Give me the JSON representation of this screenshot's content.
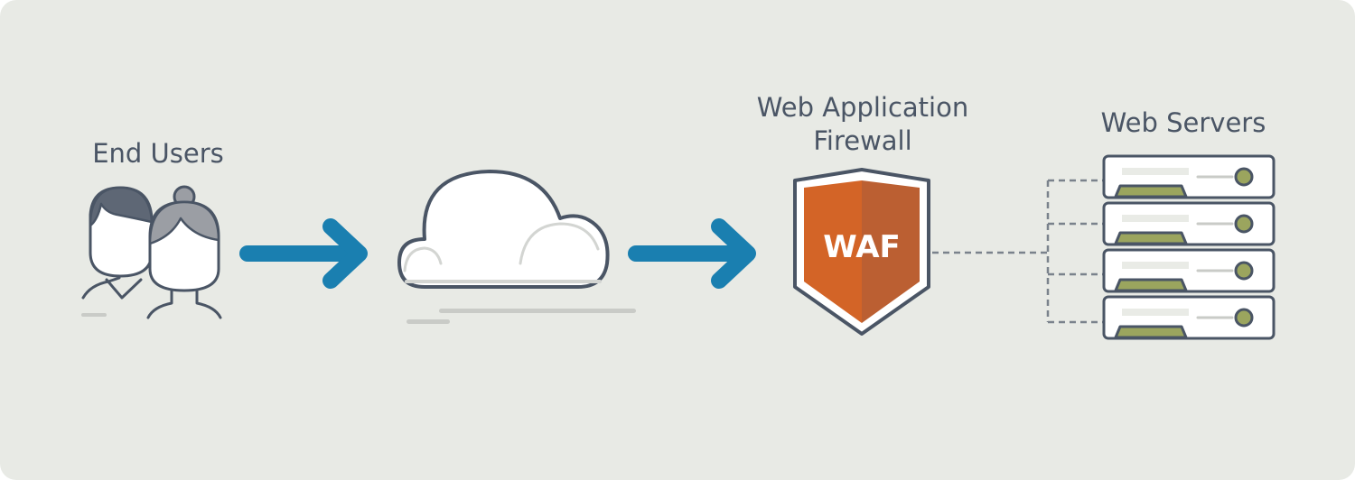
{
  "nodes": {
    "end_users": {
      "label": "End Users"
    },
    "waf": {
      "label_line1": "Web Application",
      "label_line2": "Firewall",
      "badge": "WAF"
    },
    "web_servers": {
      "label": "Web Servers",
      "count": 4
    }
  },
  "icons": [
    "users-icon",
    "arrow-right-icon",
    "cloud-icon",
    "arrow-right-icon",
    "shield-icon",
    "server-icon"
  ],
  "colors": {
    "background": "#e8eae5",
    "text": "#4a5565",
    "arrow": "#1a7fb0",
    "outline": "#4a5565",
    "shield_left": "#d36427",
    "shield_right": "#bb5f32",
    "server_accent": "#9ba55e"
  }
}
